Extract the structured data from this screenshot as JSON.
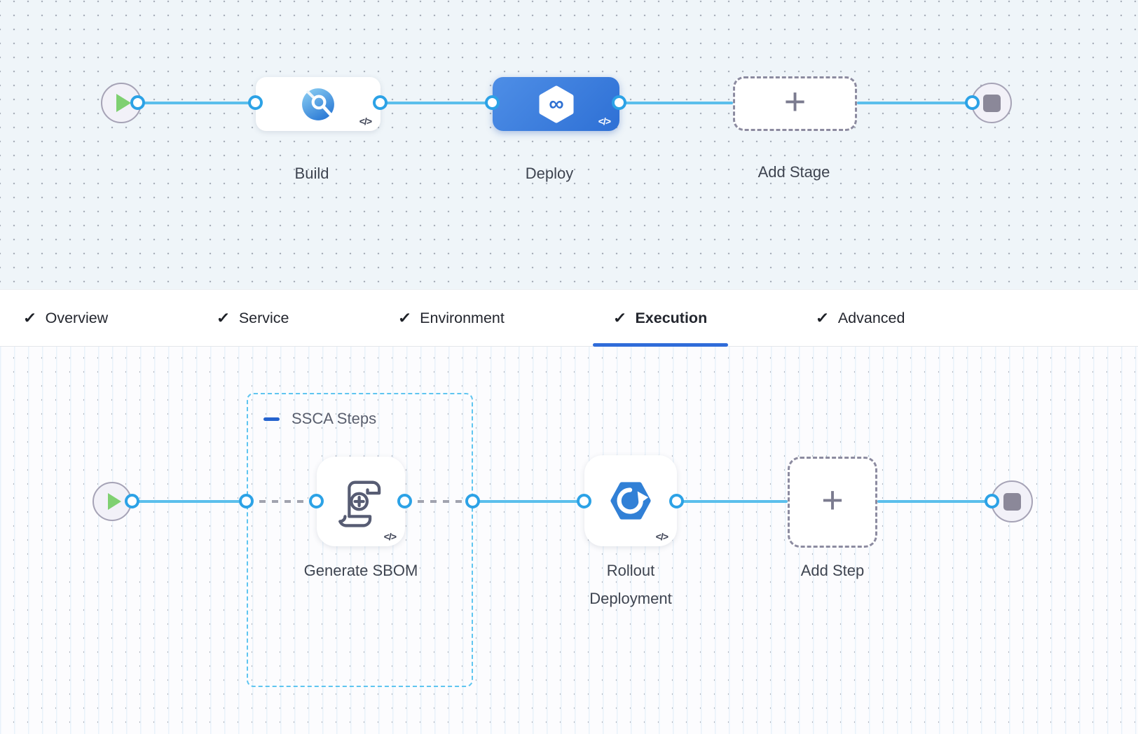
{
  "glyphs": {
    "check": "✓",
    "plus": "+",
    "code": "</>"
  },
  "stage_pipeline": {
    "stages": [
      {
        "label": "Build",
        "type": "ci",
        "selected": false
      },
      {
        "label": "Deploy",
        "type": "cd",
        "selected": true
      },
      {
        "label": "Add Stage",
        "type": "add",
        "selected": false
      }
    ]
  },
  "tabs": [
    {
      "label": "Overview",
      "checked": true,
      "active": false
    },
    {
      "label": "Service",
      "checked": true,
      "active": false
    },
    {
      "label": "Environment",
      "checked": true,
      "active": false
    },
    {
      "label": "Execution",
      "checked": true,
      "active": true
    },
    {
      "label": "Advanced",
      "checked": true,
      "active": false
    }
  ],
  "execution": {
    "group_label": "SSCA Steps",
    "steps": [
      {
        "label": "Generate SBOM",
        "type": "sbom",
        "grouped": true
      },
      {
        "label": "Rollout Deployment",
        "type": "rollout",
        "grouped": false
      },
      {
        "label": "Add Step",
        "type": "add",
        "grouped": false
      }
    ]
  },
  "colors": {
    "selected_stage_blue": "#3B7DDD",
    "connector_blue": "#5BBFEC",
    "connector_dashed_gray": "#A1A3AF",
    "port_ring_blue": "#2CA2E6",
    "group_border_blue": "#5FC5F0",
    "active_tab_underline": "#2F6CD9",
    "play_green": "#7FD071",
    "canvas_top_bg": "#EFF5F9",
    "canvas_bottom_bg": "#FCFCFE"
  }
}
